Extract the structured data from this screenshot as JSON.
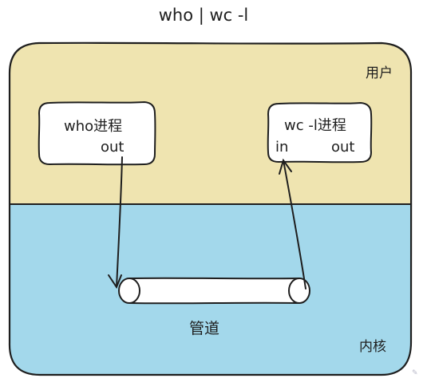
{
  "title": "who | wc -l",
  "zones": {
    "user_label": "用户",
    "kernel_label": "内核"
  },
  "processes": {
    "who": {
      "name": "who进程",
      "out_label": "out"
    },
    "wc": {
      "name": "wc -l进程",
      "in_label": "in",
      "out_label": "out"
    }
  },
  "pipe_label": "管道",
  "colors": {
    "user_zone": "#efe4b0",
    "kernel_zone": "#a3d8eb",
    "stroke": "#1e1e1e",
    "box_fill": "#ffffff"
  }
}
